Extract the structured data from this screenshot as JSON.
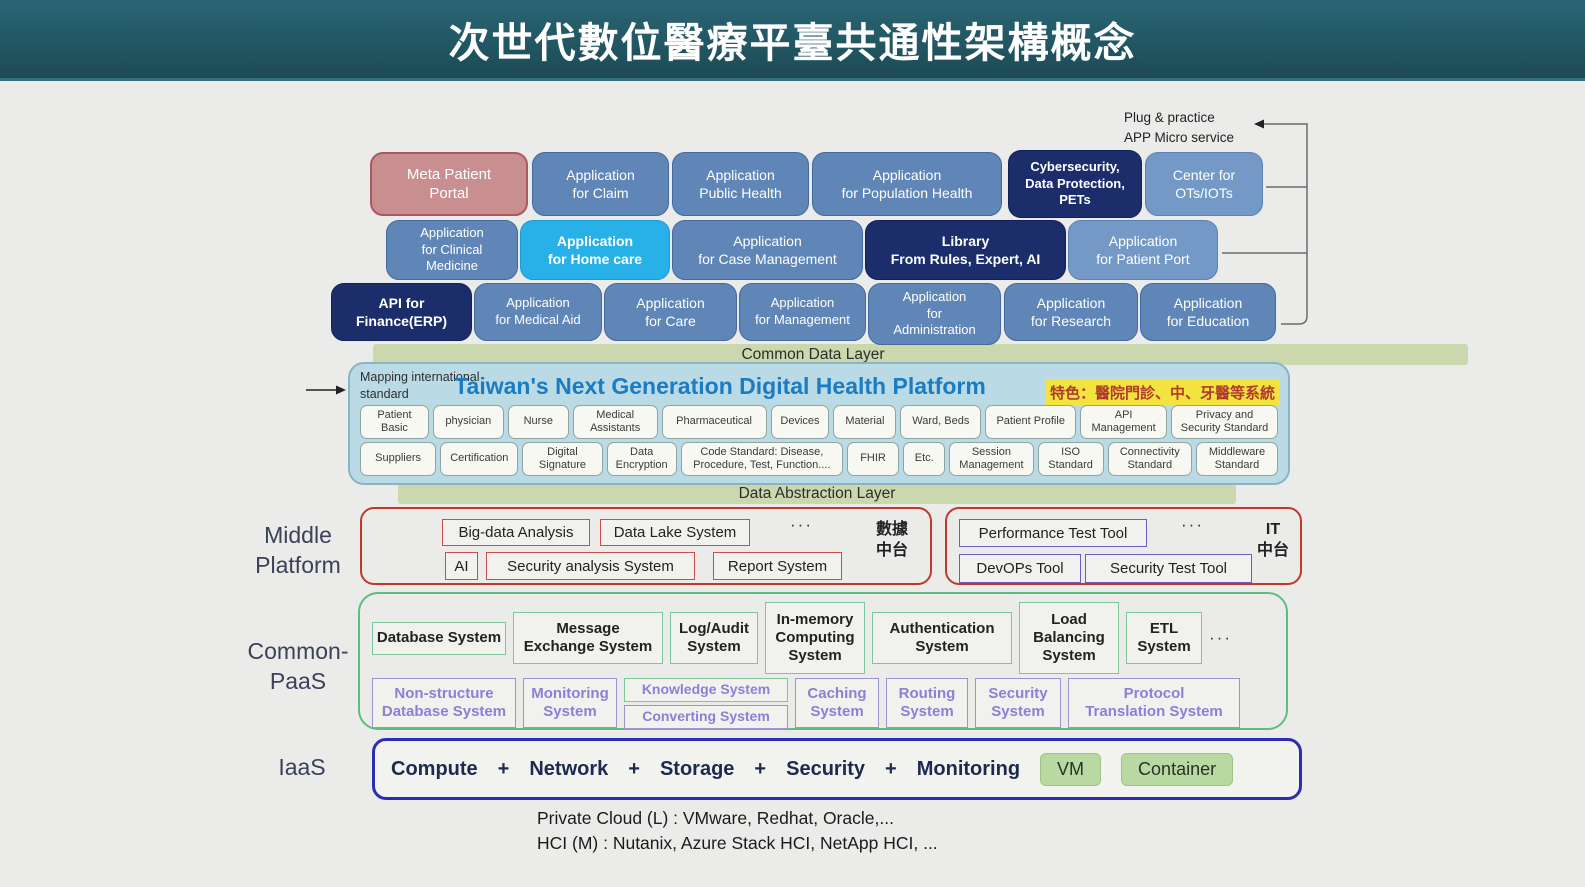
{
  "colors": {
    "header_bg": "#225763",
    "app_blue": "#5f86b6",
    "app_light_blue": "#7499c7",
    "app_navy": "#1b2e6b",
    "app_cyan": "#27b1e8",
    "app_salmon": "#c98e90",
    "layer_bar_green": "#cbd7ad",
    "platform_bg": "#badae6",
    "platform_title_blue": "#1a7cc2",
    "highlight_yellow": "#f2e33e",
    "highlight_text_red": "#b03a2e",
    "red_outline": "#c0392b",
    "purple_outline": "#6a5fc0",
    "purple_text": "#8d7ed6",
    "green_outline": "#5bbf7d",
    "iaas_outline": "#2d2db4",
    "chip_green": "#b9d9a2"
  },
  "header": {
    "title": "次世代數位醫療平臺共通性架構概念"
  },
  "annotations": {
    "plug_note": "Plug & practice\nAPP Micro service",
    "mapping_note": "Mapping international\nstandard"
  },
  "apps": {
    "row1": [
      "Meta Patient\nPortal",
      "Application\nfor Claim",
      "Application\nPublic Health",
      "Application\nfor Population Health",
      "Cybersecurity,\nData Protection,\nPETs",
      "Center for\nOTs/IOTs"
    ],
    "row2": [
      "Application\nfor Clinical\nMedicine",
      "Application\nfor Home care",
      "Application\nfor Case Management",
      "Library\nFrom Rules, Expert, AI",
      "Application\nfor Patient Port"
    ],
    "row3": [
      "API for\nFinance(ERP)",
      "Application\nfor Medical Aid",
      "Application\nfor Care",
      "Application\nfor Management",
      "Application\nfor\nAdministration",
      "Application\nfor Research",
      "Application\nfor Education"
    ]
  },
  "layers": {
    "common_data": "Common Data Layer",
    "data_abstraction": "Data Abstraction Layer"
  },
  "platform": {
    "title": "Taiwan's Next Generation Digital Health Platform",
    "highlight": "特色：醫院門診、中、牙醫等系統",
    "row1": [
      "Patient\nBasic",
      "physician",
      "Nurse",
      "Medical\nAssistants",
      "Pharmaceutical",
      "Devices",
      "Material",
      "Ward, Beds",
      "Patient Profile",
      "API\nManagement",
      "Privacy and\nSecurity Standard"
    ],
    "row2": [
      "Suppliers",
      "Certification",
      "Digital\nSignature",
      "Data\nEncryption",
      "Code Standard: Disease,\nProcedure, Test, Function....",
      "FHIR",
      "Etc.",
      "Session\nManagement",
      "ISO\nStandard",
      "Connectivity\nStandard",
      "Middleware\nStandard"
    ]
  },
  "middle": {
    "label": "Middle\nPlatform",
    "left": {
      "items": [
        "Big-data Analysis",
        "Data Lake System",
        "AI",
        "Security analysis System",
        "Report System"
      ],
      "ellipsis": "···",
      "side_label": "數據\n中台"
    },
    "right": {
      "items": [
        "Performance Test Tool",
        "DevOPs Tool",
        "Security Test Tool"
      ],
      "ellipsis": "···",
      "side_label": "IT\n中台"
    }
  },
  "paas": {
    "label": "Common-\nPaaS",
    "row1": [
      "Database System",
      "Message\nExchange System",
      "Log/Audit\nSystem",
      "In-memory\nComputing\nSystem",
      "Authentication\nSystem",
      "Load\nBalancing\nSystem",
      "ETL\nSystem"
    ],
    "row1_ellipsis": "···",
    "row2": [
      "Non-structure\nDatabase System",
      "Monitoring\nSystem",
      "Knowledge System",
      "Converting System",
      "Caching\nSystem",
      "Routing\nSystem",
      "Security\nSystem",
      "Protocol\nTranslation System"
    ]
  },
  "iaas": {
    "label": "IaaS",
    "formula": [
      "Compute",
      "+",
      "Network",
      "+",
      "Storage",
      "+",
      "Security",
      "+",
      "Monitoring"
    ],
    "chips": [
      "VM",
      "Container"
    ]
  },
  "footer": {
    "line1": "Private Cloud (L) : VMware, Redhat, Oracle,...",
    "line2": "HCI (M) : Nutanix, Azure Stack HCI, NetApp HCI, ..."
  }
}
